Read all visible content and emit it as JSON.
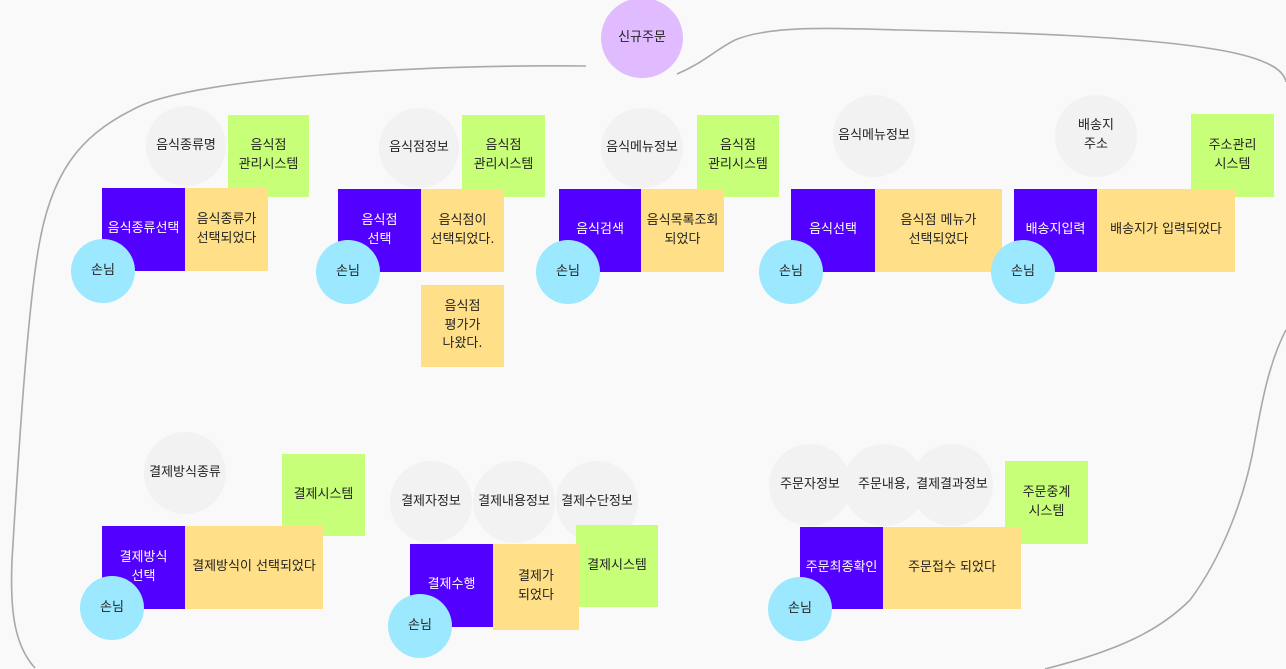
{
  "colors": {
    "command": "#5200ff",
    "event": "#ffdf88",
    "external_system": "#c8ff78",
    "actor": "#9ce8ff",
    "read_model": "#f2f2f2",
    "trigger": "#e0bbff",
    "boundary_line": "#a8a8a8"
  },
  "trigger": {
    "label": "신규주문"
  },
  "flows": {
    "food_type": {
      "info": [
        "음식종류명"
      ],
      "system": "음식점\n관리시스템",
      "command": "음식종류선택",
      "event": "음식종류가\n선택되었다",
      "actor": "손님"
    },
    "restaurant": {
      "info": [
        "음식점정보"
      ],
      "system": "음식점\n관리시스템",
      "command": "음식점\n선택",
      "event": "음식점이\n선택되었다.",
      "event2": "음식점\n평가가\n나왔다.",
      "actor": "손님"
    },
    "menu_search": {
      "info": [
        "음식메뉴정보"
      ],
      "system": "음식점\n관리시스템",
      "command": "음식검색",
      "event": "음식목록조회\n되었다",
      "actor": "손님"
    },
    "menu_select": {
      "info": [
        "음식메뉴정보"
      ],
      "command": "음식선택",
      "event": "음식점 메뉴가\n선택되었다",
      "actor": "손님"
    },
    "address": {
      "info": [
        "배송지\n주소"
      ],
      "system": "주소관리\n시스템",
      "command": "배송지입력",
      "event": "배송지가 입력되었다",
      "actor": "손님"
    },
    "payment_method": {
      "info": [
        "결제방식종류"
      ],
      "system": "결제시스템",
      "command": "결제방식\n선택",
      "event": "결제방식이 선택되었다",
      "actor": "손님"
    },
    "payment": {
      "info": [
        "결제자정보",
        "결제내용정보",
        "결제수단정보"
      ],
      "system": "결제시스템",
      "command": "결제수행",
      "event": "결제가\n되었다",
      "actor": "손님"
    },
    "order_confirm": {
      "info": [
        "주문자정보",
        "주문내용,",
        "결제결과정보"
      ],
      "system": "주문중계\n시스템",
      "command": "주문최종확인",
      "event": "주문접수 되었다",
      "actor": "손님"
    }
  }
}
